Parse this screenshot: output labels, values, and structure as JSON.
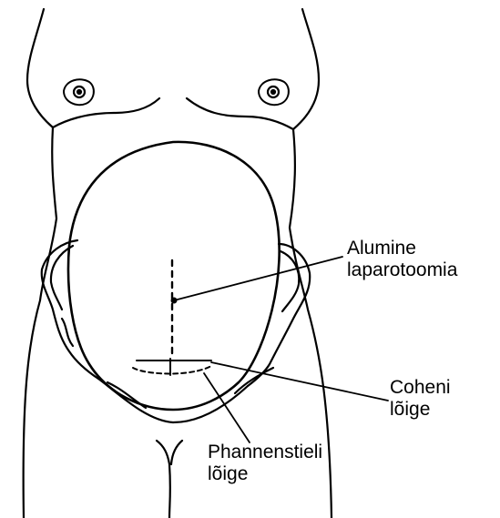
{
  "labels": {
    "laparotomy": [
      "Alumine",
      "laparotoomia"
    ],
    "cohen": [
      "Coheni",
      "lõige"
    ],
    "pfannenstiel": [
      "Phannenstieli",
      "lõige"
    ]
  },
  "colors": {
    "ink": "#000000",
    "background": "#ffffff"
  }
}
